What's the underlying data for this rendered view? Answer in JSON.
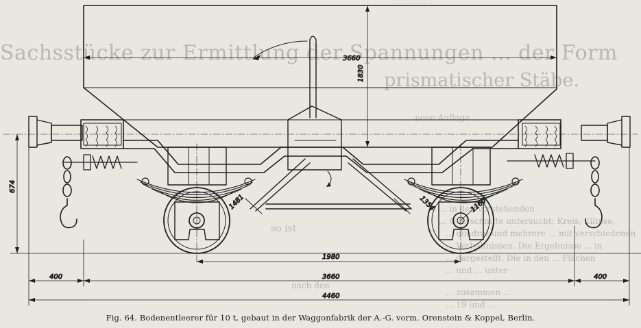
{
  "dimensions": {
    "hopper_width": "3660",
    "height": "1830",
    "buffer_height": "674",
    "overhang_left": "400",
    "wheelbase": "1980",
    "underframe_length": "3660",
    "overhang_right": "400",
    "overall_length": "4460",
    "wheel_diameter": "1160",
    "strut_left": "1481",
    "strut_right": "1354"
  },
  "background_text": {
    "heading_line1": "Sachsstücke zur Ermittlung der Spannungen ... der Form",
    "heading_line2": "prismatischer Stäbe.",
    "subheading": "... neue Auflage ...",
    "body": [
      "... in den vorstehenden",
      "... Querschnitte untersucht: Kreis, Ellipse,",
      "... quadrat und mehrere ... mit verschiedenen",
      "... Verhältnissen. Die Ergebnisse ... in",
      "... dargestellt. Die in den ... Flächen",
      "... und ... unter",
      "... zusammen ...",
      "... 19 und ..."
    ],
    "fragment_so_ist": "so ist",
    "fragment_nach": "nach den"
  },
  "caption": {
    "text": "Fig. 64.  Bodenentleerer für 10 t, gebaut in der Waggonfabrik der A.-G. vorm. Orenstein & Koppel, Berlin."
  }
}
